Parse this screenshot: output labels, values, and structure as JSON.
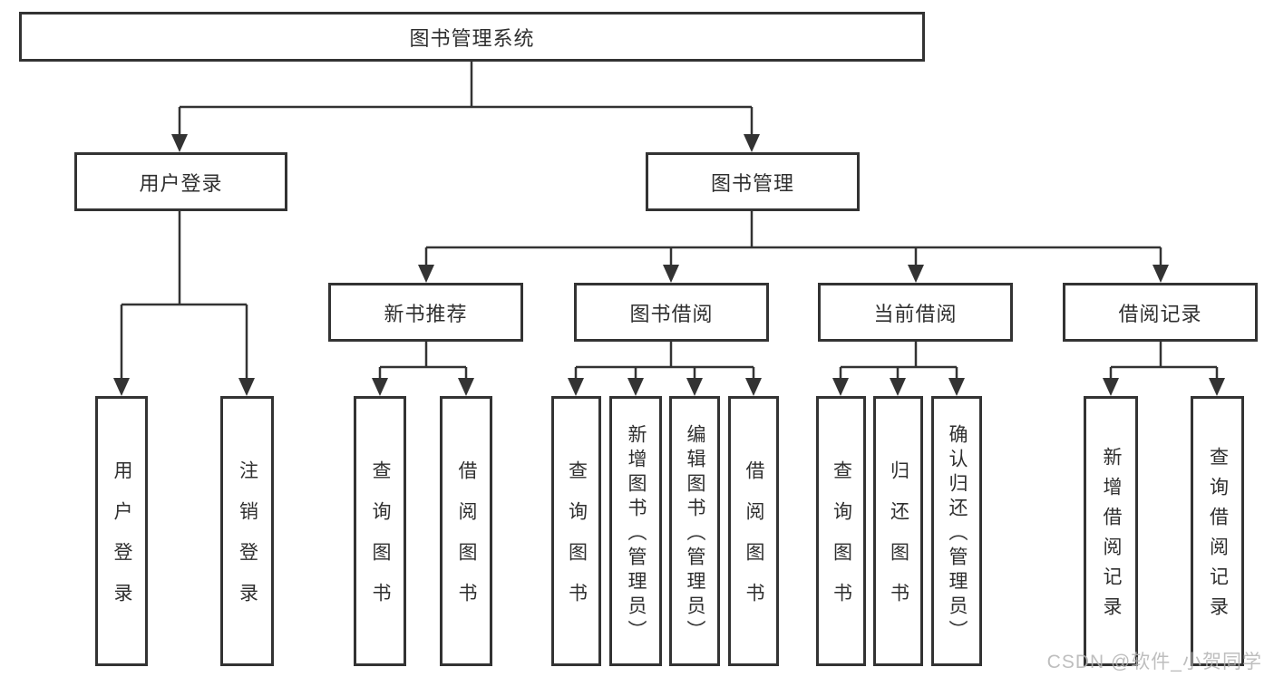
{
  "colors": {
    "line": "#333333",
    "text": "#2f2f2f",
    "watermark": "#b3b3b3"
  },
  "watermark": {
    "text": "CSDN @软件_小贺同学"
  },
  "tree": {
    "label": "图书管理系统",
    "children": [
      {
        "label": "用户登录",
        "children": [
          {
            "label": "用户登录"
          },
          {
            "label": "注销登录"
          }
        ]
      },
      {
        "label": "图书管理",
        "children": [
          {
            "label": "新书推荐",
            "children": [
              {
                "label": "查询图书"
              },
              {
                "label": "借阅图书"
              }
            ]
          },
          {
            "label": "图书借阅",
            "children": [
              {
                "label": "查询图书"
              },
              {
                "label": "新增图书（管理员）"
              },
              {
                "label": "编辑图书（管理员）"
              },
              {
                "label": "借阅图书"
              }
            ]
          },
          {
            "label": "当前借阅",
            "children": [
              {
                "label": "查询图书"
              },
              {
                "label": "归还图书"
              },
              {
                "label": "确认归还（管理员）"
              }
            ]
          },
          {
            "label": "借阅记录",
            "children": [
              {
                "label": "新增借阅记录"
              },
              {
                "label": "查询借阅记录"
              }
            ]
          }
        ]
      }
    ]
  }
}
